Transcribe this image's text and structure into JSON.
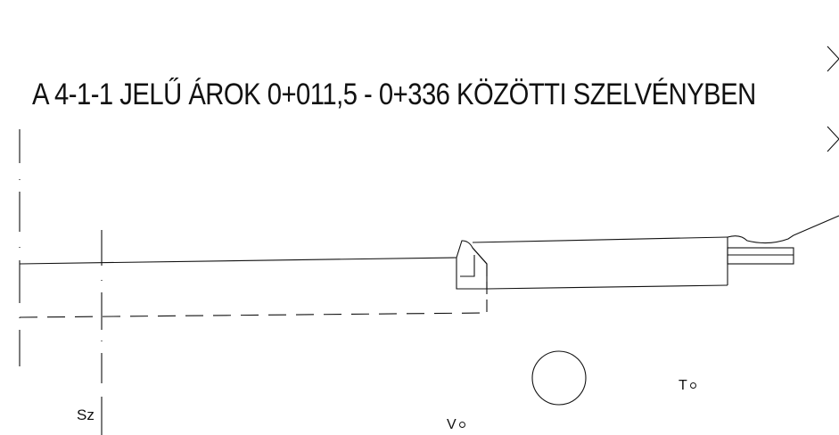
{
  "drawing": {
    "title": "A 4-1-1 JELŰ ÁROK 0+011,5 - 0+336 KÖZÖTTI SZELVÉNYBEN",
    "labels": {
      "station_left": "Sz",
      "point_t": "T",
      "point_v": "V"
    },
    "line_color": "#111111",
    "background": "#ffffff",
    "icons": {
      "edge_arrows": "chevron-right-icon",
      "point_markers": "circle-outline-icon"
    }
  }
}
